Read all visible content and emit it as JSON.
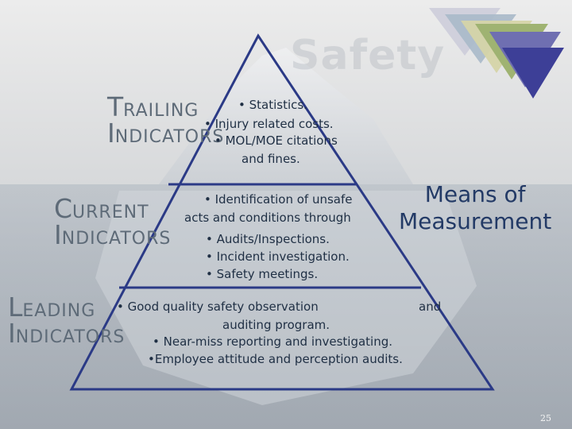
{
  "watermark": "Safety",
  "labels": {
    "trailing": {
      "word1_cap": "T",
      "word1_rest": "RAILING",
      "word2_cap": "I",
      "word2_rest": "NDICATORS"
    },
    "current": {
      "word1_cap": "C",
      "word1_rest": "URRENT",
      "word2_cap": "I",
      "word2_rest": "NDICATORS"
    },
    "leading": {
      "word1_cap": "L",
      "word1_rest": "EADING",
      "word2_cap": "I",
      "word2_rest": "NDICATORS"
    }
  },
  "tiers": {
    "trailing": [
      "• Statistics.",
      "• Injury related costs.",
      "• MOL/MOE citations",
      "and fines."
    ],
    "current": [
      "• Identification of unsafe",
      "acts and conditions through",
      "• Audits/Inspections.",
      "• Incident investigation.",
      "• Safety meetings."
    ],
    "leading": [
      "• Good quality safety observation",
      "and",
      "auditing program.",
      "• Near-miss reporting and investigating.",
      "•Employee attitude and perception audits."
    ]
  },
  "means": {
    "line1": "Means of",
    "line2": "Measurement"
  },
  "page_number": "25",
  "colors": {
    "pyramid_outline": "#2b3a86",
    "label": "#5e6b78",
    "tier_text": "#1f2f44",
    "means_text": "#233a66"
  },
  "icons": {
    "logo": "layered-triangles-logo"
  }
}
